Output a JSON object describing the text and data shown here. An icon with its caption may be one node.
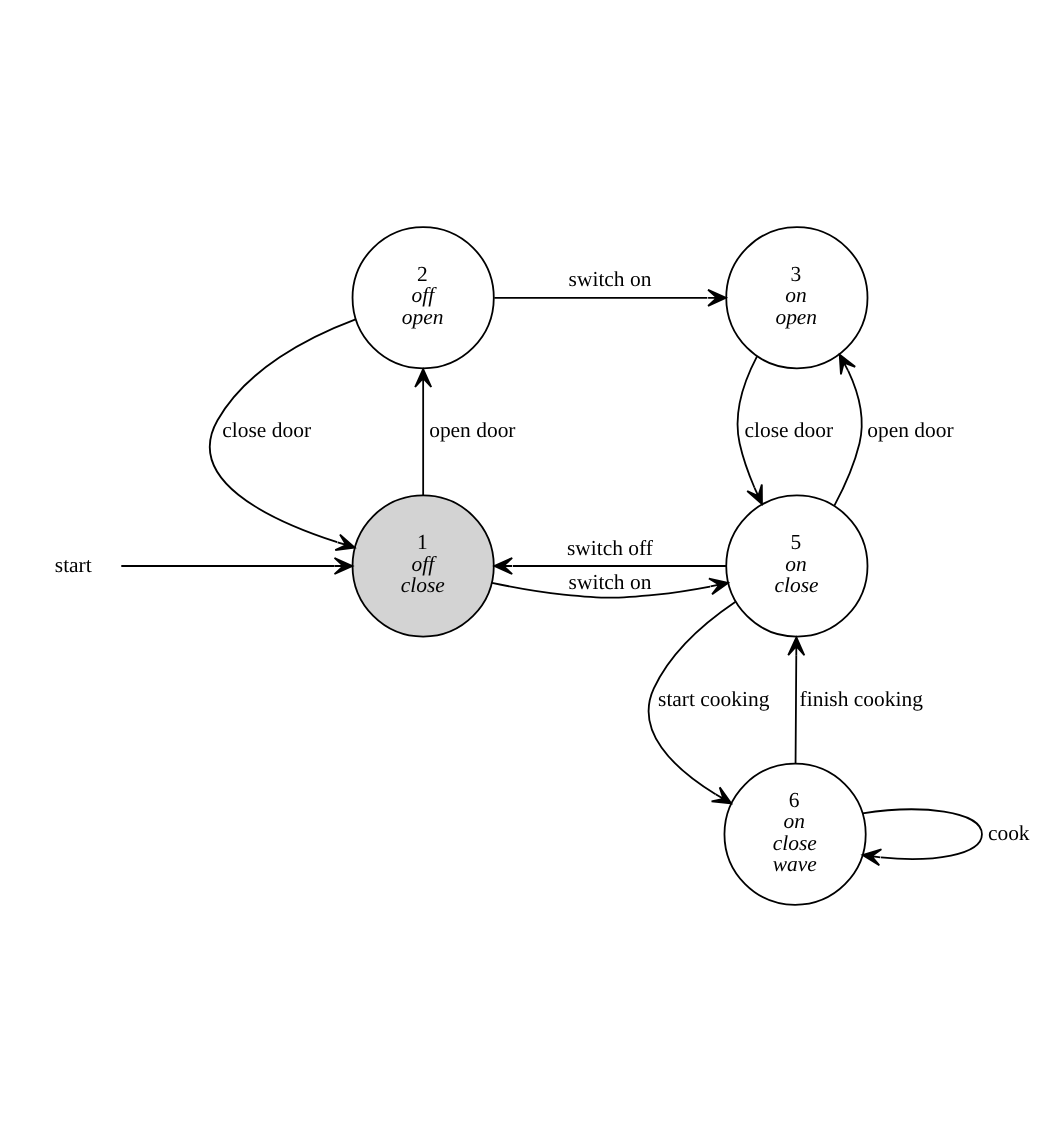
{
  "diagram": {
    "nodes": [
      {
        "text": [
          "2",
          "off",
          "open"
        ]
      },
      {
        "text": [
          "3",
          "on",
          "open"
        ]
      },
      {
        "text": [
          "start"
        ]
      },
      {
        "text": [
          "1",
          "off",
          "close"
        ]
      },
      {
        "text": [
          "5",
          "on",
          "close"
        ]
      },
      {
        "text": [
          "6",
          "on",
          "close",
          "wave"
        ]
      }
    ],
    "edges": [
      {
        "from": 0,
        "to": 1,
        "arrow": "to",
        "label": "switch on"
      },
      {
        "from": 0,
        "to": 3,
        "arrow": "to",
        "label": "close door"
      },
      {
        "from": 3,
        "to": 0,
        "arrow": "to",
        "label": "open door"
      },
      {
        "from": 1,
        "to": 4,
        "arrow": "to",
        "label": "close door"
      },
      {
        "from": 4,
        "to": 1,
        "arrow": "to",
        "label": "open door"
      },
      {
        "from": 2,
        "to": 3,
        "arrow": "to"
      },
      {
        "from": 4,
        "to": 3,
        "arrow": "to",
        "label": "switch off"
      },
      {
        "from": 3,
        "to": 4,
        "arrow": "to",
        "label": "switch on"
      },
      {
        "from": 4,
        "to": 5,
        "arrow": "to",
        "label": "start cooking"
      },
      {
        "from": 5,
        "to": 4,
        "arrow": "to",
        "label": "finish cooking"
      },
      {
        "from": 5,
        "to": 5,
        "arrow": "to",
        "label": "cook"
      }
    ]
  }
}
